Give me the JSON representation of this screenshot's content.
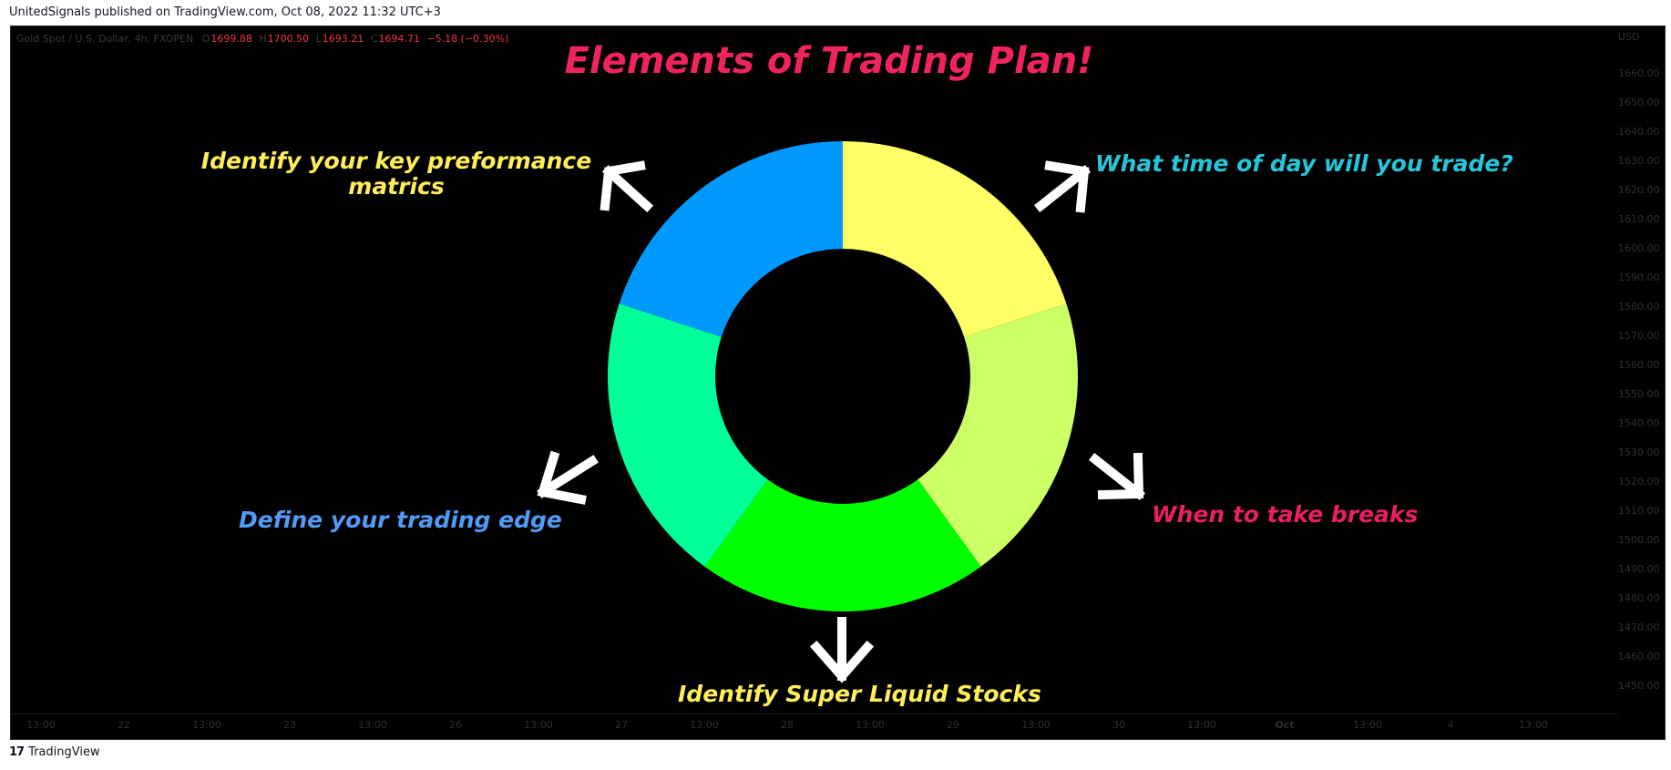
{
  "header": {
    "published": "UnitedSignals published on TradingView.com, Oct 08, 2022 11:32 UTC+3"
  },
  "symbol": {
    "name": "Gold Spot / U.S. Dollar, 4h, FXOPEN",
    "open_key": "O",
    "open": "1699.88",
    "high_key": "H",
    "high": "1700.50",
    "low_key": "L",
    "low": "1693.21",
    "close_key": "C",
    "close": "1694.71",
    "change": "−5.18 (−0.30%)"
  },
  "price_axis": {
    "currency": "USD",
    "ticks": [
      "1660.00",
      "1650.00",
      "1640.00",
      "1630.00",
      "1620.00",
      "1610.00",
      "1600.00",
      "1590.00",
      "1580.00",
      "1570.00",
      "1560.00",
      "1550.00",
      "1540.00",
      "1530.00",
      "1520.00",
      "1510.00",
      "1500.00",
      "1490.00",
      "1480.00",
      "1470.00",
      "1460.00",
      "1450.00"
    ]
  },
  "time_axis": {
    "ticks": [
      "13:00",
      "22",
      "13:00",
      "23",
      "13:00",
      "26",
      "13:00",
      "27",
      "13:00",
      "28",
      "13:00",
      "29",
      "13:00",
      "30",
      "13:00",
      "Oct",
      "13:00",
      "4",
      "13:00"
    ],
    "bold_tick": "Oct"
  },
  "infographic": {
    "title": "Elements of Trading Plan!",
    "labels": {
      "kpi": "Identify your key preformance matrics",
      "time": "What time of day will you trade?",
      "edge": "Define your trading edge",
      "breaks": "When to take breaks",
      "stocks": "Identify Super Liquid Stocks"
    },
    "label_colors": {
      "kpi": "#ffee58",
      "time": "#26c6da",
      "edge": "#4f9cf7",
      "breaks": "#e91e63",
      "stocks": "#ffee58"
    },
    "donut_segments": [
      {
        "share": 0.2,
        "color": "#ffff66"
      },
      {
        "share": 0.2,
        "color": "#ccff66"
      },
      {
        "share": 0.2,
        "color": "#00ff00"
      },
      {
        "share": 0.2,
        "color": "#00ff99"
      },
      {
        "share": 0.2,
        "color": "#0099ff"
      }
    ]
  },
  "footer": {
    "brand": "TradingView",
    "logo": "17"
  }
}
